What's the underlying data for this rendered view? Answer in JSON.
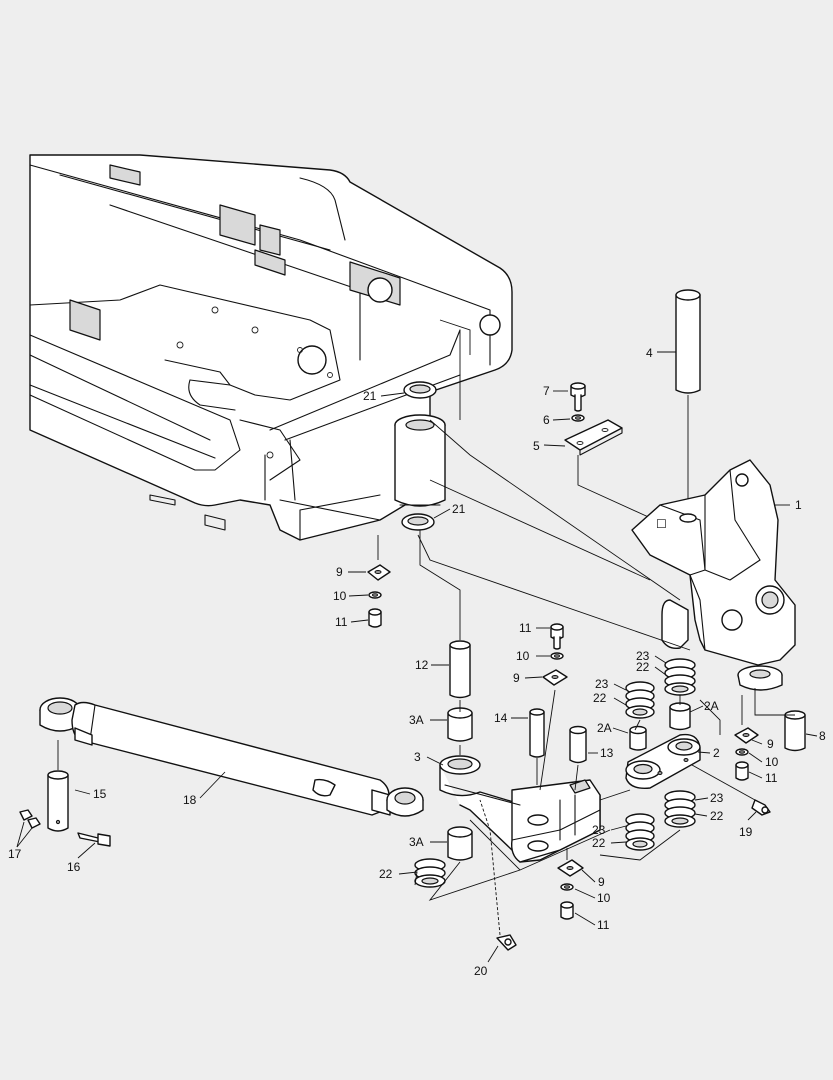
{
  "callouts": {
    "c1": "1",
    "c2": "2",
    "c2a_upper": "2A",
    "c2a_lower": "2A",
    "c3": "3",
    "c3a_upper": "3A",
    "c3a_lower": "3A",
    "c4": "4",
    "c5": "5",
    "c6": "6",
    "c7": "7",
    "c8": "8",
    "c9_left": "9",
    "c9_mid": "9",
    "c9_right": "9",
    "c9_low": "9",
    "c10_left": "10",
    "c10_mid": "10",
    "c10_right": "10",
    "c10_low": "10",
    "c11_left": "11",
    "c11_mid": "11",
    "c11_right": "11",
    "c11_low": "11",
    "c12": "12",
    "c13": "13",
    "c14": "14",
    "c15": "15",
    "c16": "16",
    "c17": "17",
    "c18": "18",
    "c19": "19",
    "c20": "20",
    "c21_upper": "21",
    "c21_lower": "21",
    "c22_a": "22",
    "c22_b": "22",
    "c22_c": "22",
    "c22_d": "22",
    "c23_a": "23",
    "c23_b": "23",
    "c23_c": "23",
    "c23_d": "23"
  },
  "colors": {
    "background": "#eeeeee",
    "line": "#111111",
    "shade": "#d9d9d9"
  }
}
